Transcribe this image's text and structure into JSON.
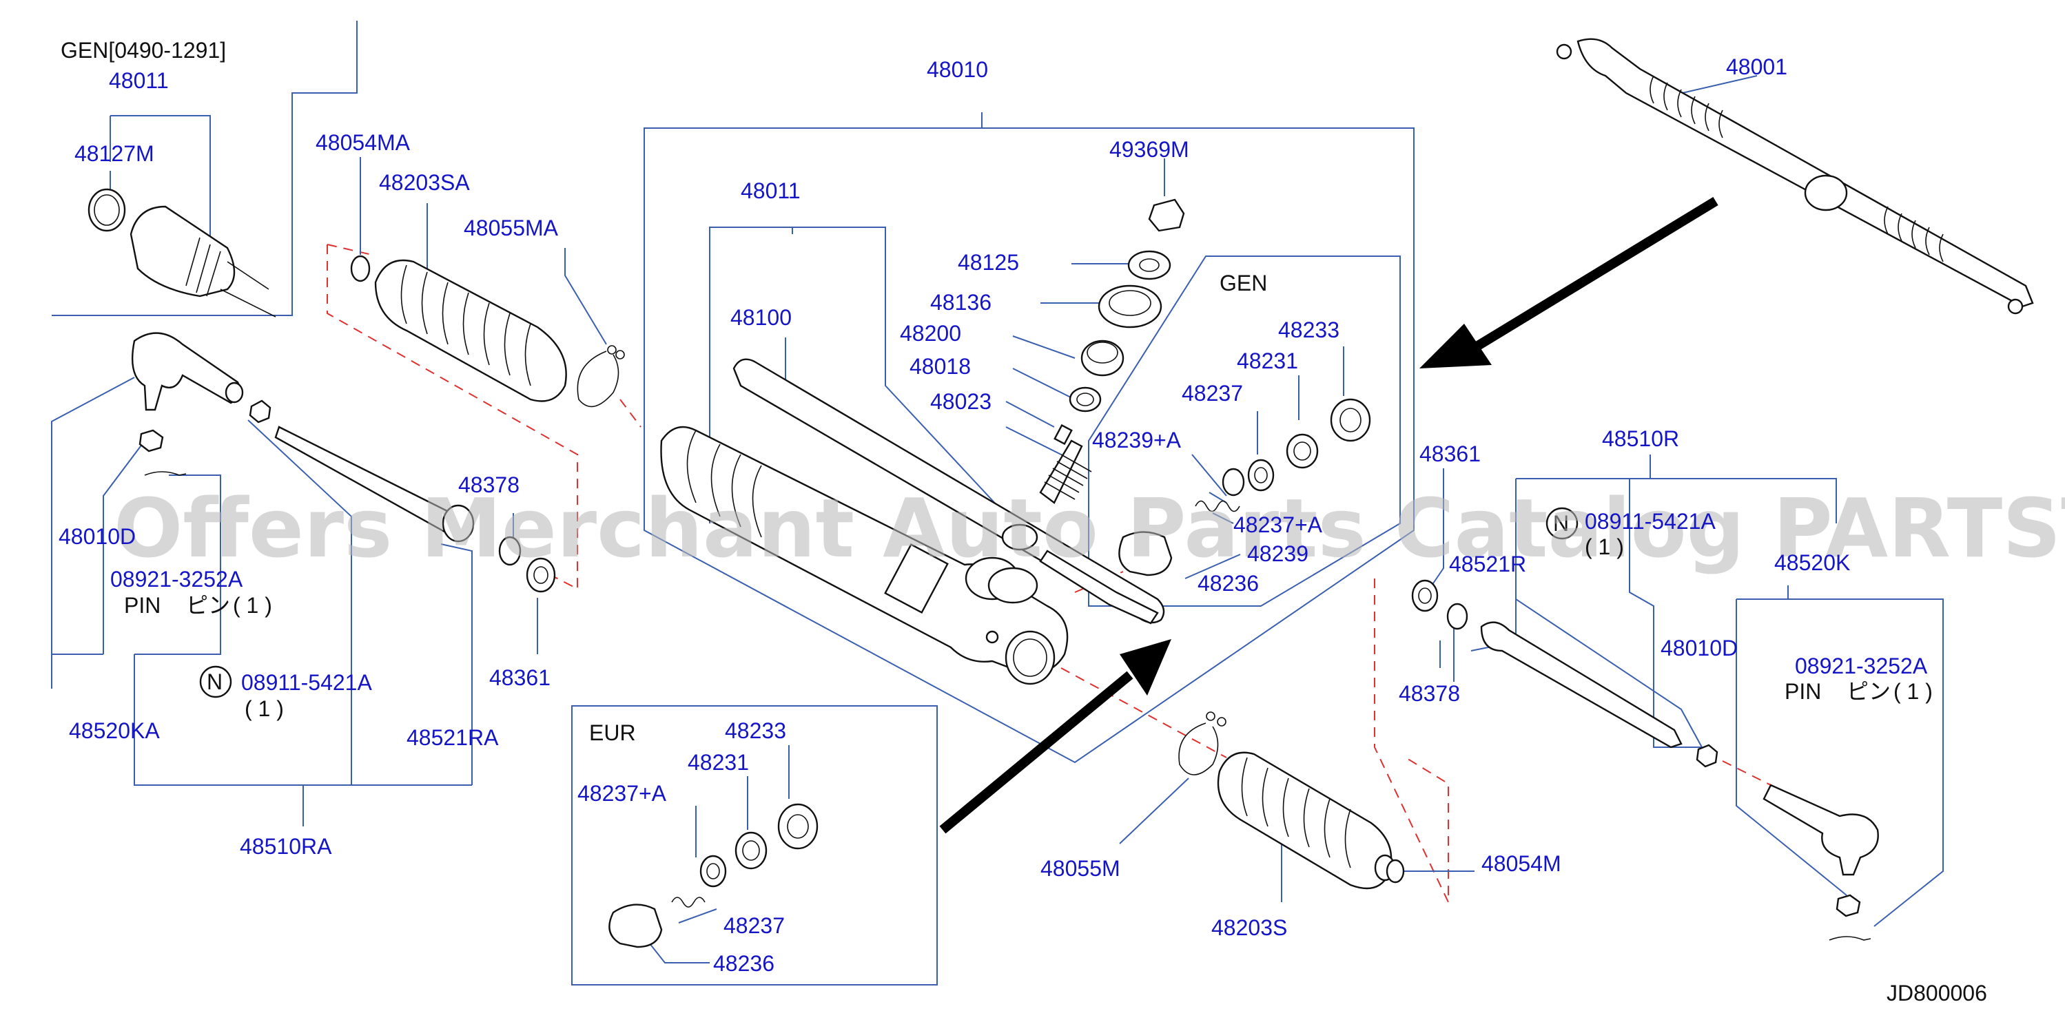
{
  "diagram_code": "JD800006",
  "watermark": "Offers Merchant Auto Parts Catalog PARTSTORE.SA",
  "groups": {
    "gen_1291": "GEN[0490-1291]",
    "gen": "GEN",
    "eur": "EUR"
  },
  "parts": {
    "p48011_a": "48011",
    "p48127M": "48127M",
    "p48054MA": "48054MA",
    "p48203SA": "48203SA",
    "p48055MA": "48055MA",
    "p48010": "48010",
    "p49369M": "49369M",
    "p48011_b": "48011",
    "p48125": "48125",
    "p48136": "48136",
    "p48100": "48100",
    "p48200": "48200",
    "p48018": "48018",
    "p48023": "48023",
    "p48239A": "48239+A",
    "p48237_gen": "48237",
    "p48231_gen": "48231",
    "p48233_gen": "48233",
    "p48237A_gen": "48237+A",
    "p48239": "48239",
    "p48236_gen": "48236",
    "p48001": "48001",
    "p48361_r": "48361",
    "p48510R": "48510R",
    "p48521R": "48521R",
    "p48520K": "48520K",
    "p48010D_r": "48010D",
    "p08921_r": "08921-3252A",
    "p08911_r": "08911-5421A",
    "p48378_r": "48378",
    "p48378_l": "48378",
    "p48361_l": "48361",
    "p48010D_l": "48010D",
    "p08921_l": "08921-3252A",
    "p08911_l": "08911-5421A",
    "p48520KA": "48520KA",
    "p48521RA": "48521RA",
    "p48510RA": "48510RA",
    "p48233_eur": "48233",
    "p48231_eur": "48231",
    "p48237A_eur": "48237+A",
    "p48237_eur": "48237",
    "p48236_eur": "48236",
    "p48055M": "48055M",
    "p48203S": "48203S",
    "p48054M": "48054M"
  },
  "notes": {
    "pin_l": "PIN",
    "pin_jp_l": "ピン",
    "qty_pin_l": "( 1 )",
    "qty_nut_l": "( 1 )",
    "pin_r": "PIN",
    "pin_jp_r": "ピン",
    "qty_pin_r": "( 1 )",
    "qty_nut_r": "( 1 )",
    "n_mark": "N"
  }
}
